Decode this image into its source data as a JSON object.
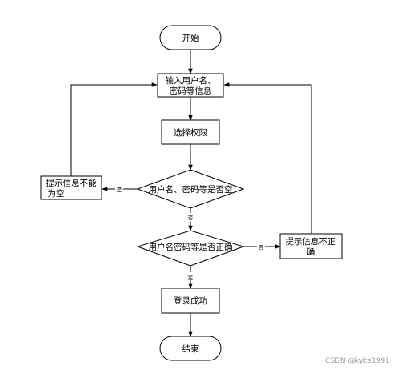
{
  "nodes": {
    "start": "开始",
    "input_line1": "输入用户名、",
    "input_line2": "密码等信息",
    "select_role": "选择权限",
    "check_empty": "用户名、密码等是否空",
    "prompt_empty_line1": "提示信息不能",
    "prompt_empty_line2": "为空",
    "check_correct": "用户名密码等是否正确",
    "prompt_wrong_line1": "提示信息不正",
    "prompt_wrong_line2": "确",
    "login_success": "登录成功",
    "end": "结束"
  },
  "edges": {
    "empty_yes": "是",
    "empty_no": "否",
    "correct_no": "否",
    "correct_yes": "是"
  },
  "watermark": "CSDN @kybs1991"
}
